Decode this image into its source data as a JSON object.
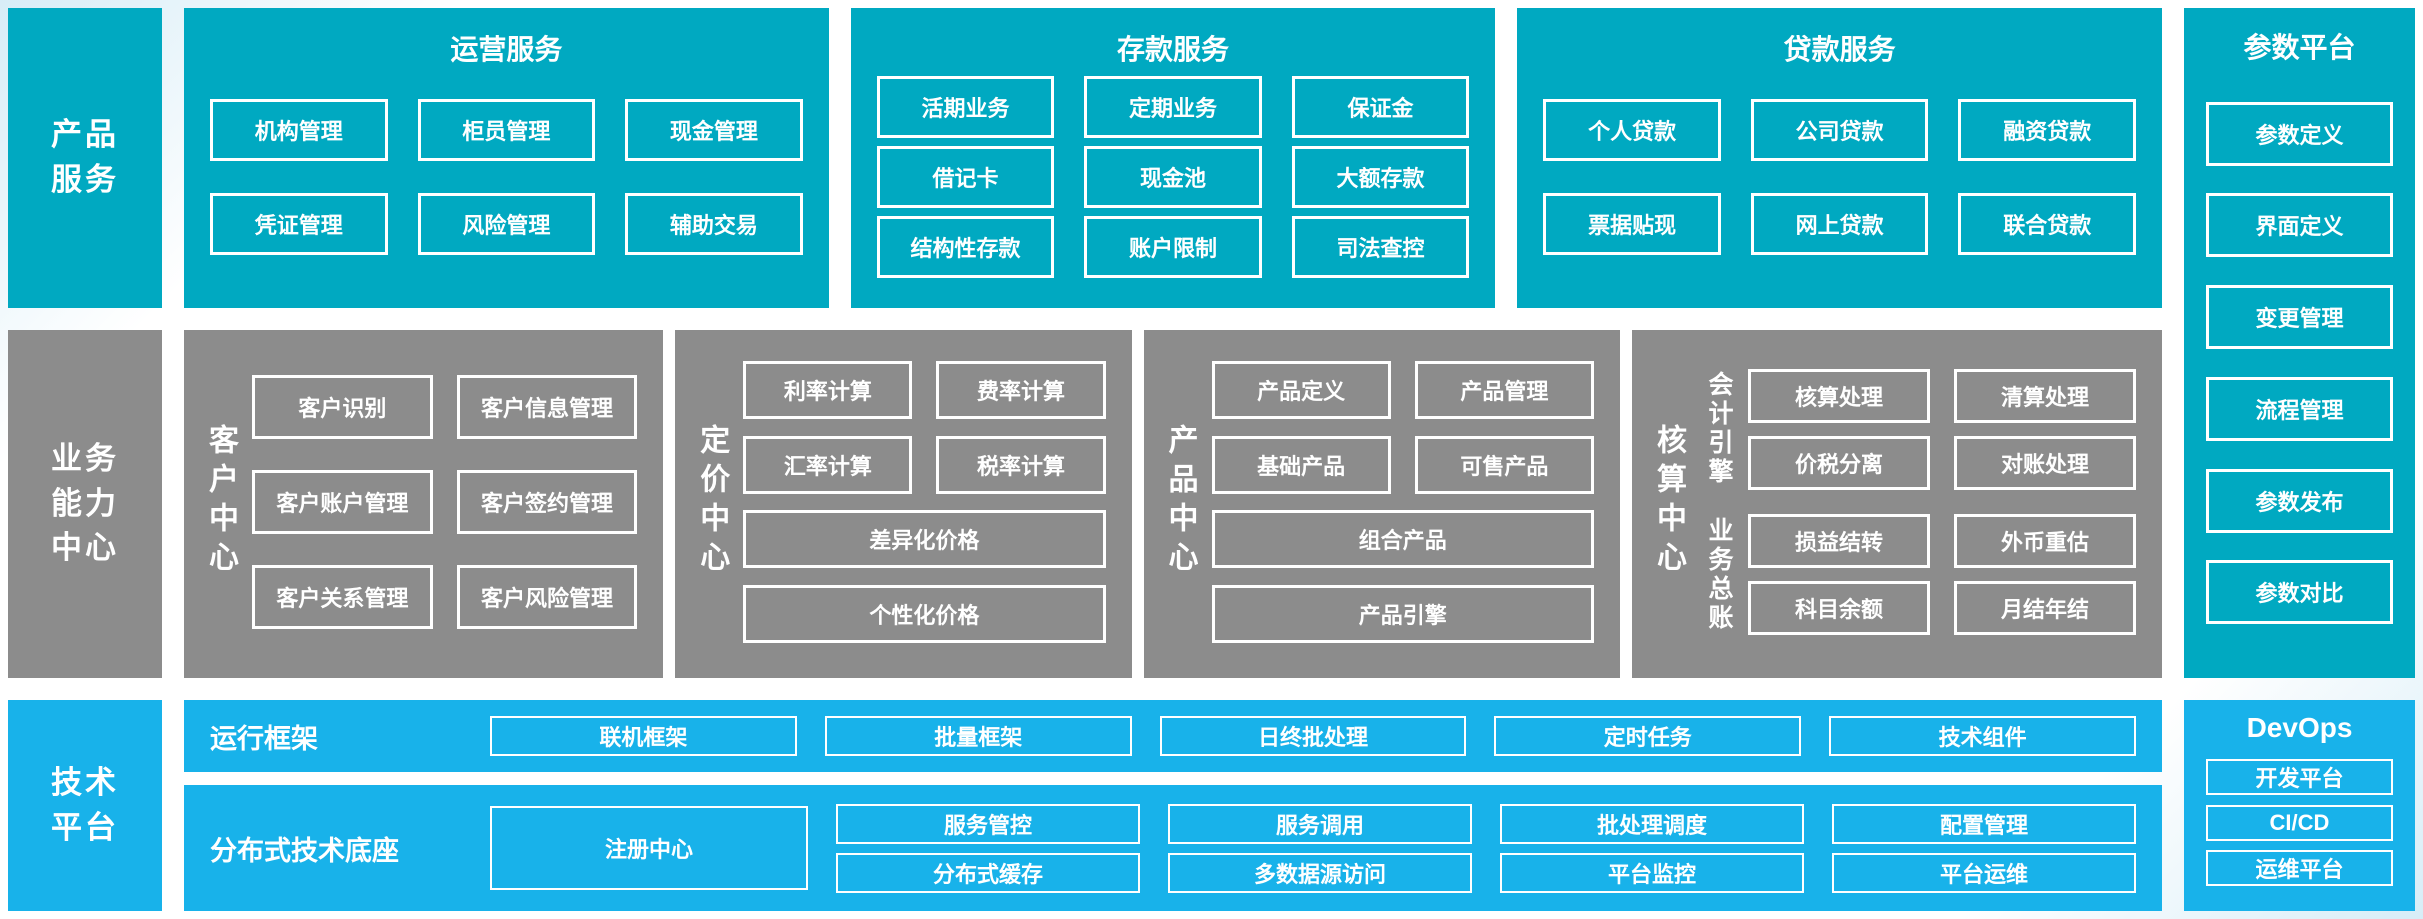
{
  "colors": {
    "teal": "#00A9C1",
    "gray": "#8C8C8C",
    "blue": "#18B2EA",
    "text": "#FFFFFF",
    "background_tint": "#D7EDF7"
  },
  "sidebars": {
    "product": "产品\n服务",
    "business": "业务\n能力\n中心",
    "tech": "技术\n平台"
  },
  "top_panels": [
    {
      "title": "运营服务",
      "items": [
        "机构管理",
        "柜员管理",
        "现金管理",
        "凭证管理",
        "风险管理",
        "辅助交易"
      ]
    },
    {
      "title": "存款服务",
      "items": [
        "活期业务",
        "定期业务",
        "保证金",
        "借记卡",
        "现金池",
        "大额存款",
        "结构性存款",
        "账户限制",
        "司法查控"
      ]
    },
    {
      "title": "贷款服务",
      "items": [
        "个人贷款",
        "公司贷款",
        "融资贷款",
        "票据贴现",
        "网上贷款",
        "联合贷款"
      ]
    }
  ],
  "param_platform": {
    "title": "参数平台",
    "items": [
      "参数定义",
      "界面定义",
      "变更管理",
      "流程管理",
      "参数发布",
      "参数对比"
    ]
  },
  "mid_panels": [
    {
      "label": "客户中心",
      "items": [
        "客户识别",
        "客户信息管理",
        "客户账户管理",
        "客户签约管理",
        "客户关系管理",
        "客户风险管理"
      ]
    },
    {
      "label": "定价中心",
      "pairs": [
        "利率计算",
        "费率计算",
        "汇率计算",
        "税率计算"
      ],
      "wide": [
        "差异化价格",
        "个性化价格"
      ]
    },
    {
      "label": "产品中心",
      "pairs": [
        "产品定义",
        "产品管理",
        "基础产品",
        "可售产品"
      ],
      "wide": [
        "组合产品",
        "产品引擎"
      ]
    },
    {
      "label": "核算中心",
      "groups": [
        {
          "label": "会计引擎",
          "items": [
            "核算处理",
            "清算处理",
            "价税分离",
            "对账处理"
          ]
        },
        {
          "label": "业务总账",
          "items": [
            "损益结转",
            "外币重估",
            "科目余额",
            "月结年结"
          ]
        }
      ]
    }
  ],
  "tech_platform": {
    "run_framework": {
      "label": "运行框架",
      "items": [
        "联机框架",
        "批量框架",
        "日终批处理",
        "定时任务",
        "技术组件"
      ]
    },
    "distributed_base": {
      "label": "分布式技术底座",
      "registry": "注册中心",
      "columns": [
        [
          "服务管控",
          "分布式缓存"
        ],
        [
          "服务调用",
          "多数据源访问"
        ],
        [
          "批处理调度",
          "平台监控"
        ],
        [
          "配置管理",
          "平台运维"
        ]
      ]
    }
  },
  "devops": {
    "title": "DevOps",
    "items": [
      "开发平台",
      "CI/CD",
      "运维平台"
    ]
  }
}
